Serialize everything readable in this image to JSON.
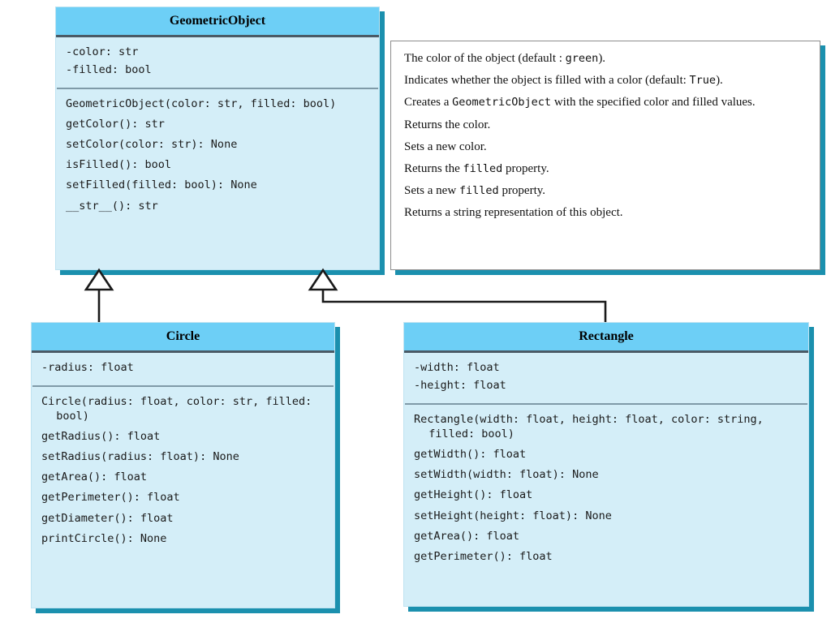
{
  "diagram": {
    "title": "GeometricObject class hierarchy UML diagram",
    "colors": {
      "header_fill": "#6DCFF6",
      "body_fill": "#D4EEF8",
      "shadow": "#1B90AE",
      "divider": "#7F9AA8",
      "connector": "#1A1A1A",
      "note_background": "#FFFFFF",
      "note_border": "#8D8D8D"
    }
  },
  "classes": {
    "geometric_object": {
      "name": "GeometricObject",
      "attributes": [
        "-color: str",
        "-filled: bool"
      ],
      "methods": [
        "GeometricObject(color: str, filled: bool)",
        "getColor(): str",
        "setColor(color: str): None",
        "isFilled(): bool",
        "setFilled(filled: bool): None",
        "__str__(): str"
      ]
    },
    "circle": {
      "name": "Circle",
      "attributes": [
        "-radius: float"
      ],
      "methods": [
        "Circle(radius: float, color: str, filled: bool)",
        "getRadius(): float",
        "setRadius(radius: float): None",
        "getArea(): float",
        "getPerimeter(): float",
        "getDiameter(): float",
        "printCircle(): None"
      ]
    },
    "rectangle": {
      "name": "Rectangle",
      "attributes": [
        "-width: float",
        "-height: float"
      ],
      "methods": [
        "Rectangle(width: float, height: float, color: string, filled: bool)",
        "getWidth(): float",
        "setWidth(width: float): None",
        "getHeight(): float",
        "setHeight(height: float): None",
        "getArea(): float",
        "getPerimeter(): float"
      ]
    }
  },
  "notes": [
    {
      "parts": [
        {
          "text": "The color of the object (default : ",
          "code": false
        },
        {
          "text": "green",
          "code": true
        },
        {
          "text": ").",
          "code": false
        }
      ]
    },
    {
      "parts": [
        {
          "text": "Indicates whether the object is filled with a color (default: ",
          "code": false
        },
        {
          "text": "True",
          "code": true
        },
        {
          "text": ").",
          "code": false
        }
      ]
    },
    {
      "parts": [
        {
          "text": "Creates a ",
          "code": false
        },
        {
          "text": "GeometricObject",
          "code": true
        },
        {
          "text": " with the specified color and filled values.",
          "code": false
        }
      ]
    },
    {
      "parts": [
        {
          "text": "Returns the color.",
          "code": false
        }
      ]
    },
    {
      "parts": [
        {
          "text": "Sets a new color.",
          "code": false
        }
      ]
    },
    {
      "parts": [
        {
          "text": "Returns the ",
          "code": false
        },
        {
          "text": "filled",
          "code": true
        },
        {
          "text": " property.",
          "code": false
        }
      ]
    },
    {
      "parts": [
        {
          "text": "Sets a new ",
          "code": false
        },
        {
          "text": "filled",
          "code": true
        },
        {
          "text": " property.",
          "code": false
        }
      ]
    },
    {
      "parts": [
        {
          "text": "Returns a string representation of this object.",
          "code": false
        }
      ]
    }
  ],
  "relationships": [
    {
      "name": "circle-inherits-geometricobject",
      "from": "Circle",
      "to": "GeometricObject",
      "type": "generalization"
    },
    {
      "name": "rectangle-inherits-geometricobject",
      "from": "Rectangle",
      "to": "GeometricObject",
      "type": "generalization"
    }
  ]
}
